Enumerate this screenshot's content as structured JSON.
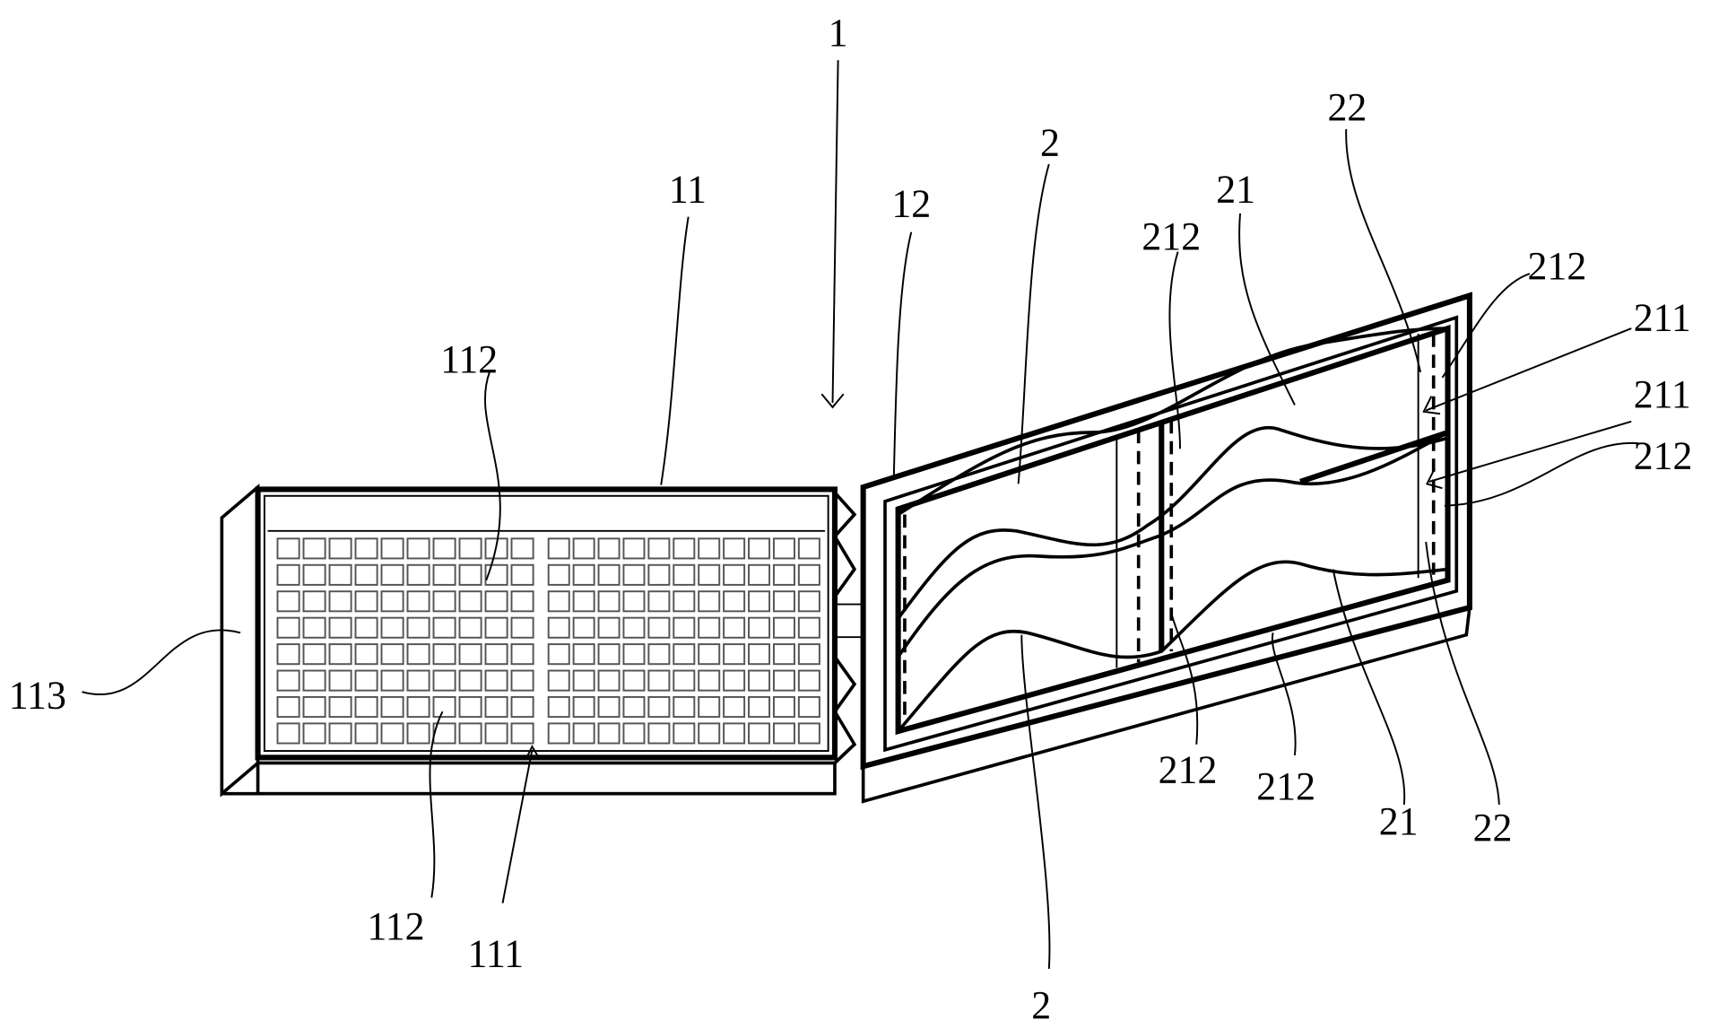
{
  "figure": {
    "labels": {
      "assembly": "1",
      "left_panel": "11",
      "right_panel": "12",
      "grid_area": "111",
      "cell_top": "112",
      "cell_bottom": "112",
      "side_wall": "113",
      "bag_top": "2",
      "bag_bottom": "2",
      "pocket_top": "21",
      "pocket_bottom": "21",
      "rail_top": "22",
      "rail_bottom": "22",
      "seam_upper_left": "212",
      "seam_upper_right": "212",
      "seam_lower_right": "212",
      "seam_bottom_a": "212",
      "seam_bottom_b": "212",
      "hook_upper": "211",
      "hook_lower": "211"
    },
    "grid": {
      "rows": 8,
      "left_cols": 10,
      "right_cols": 11
    },
    "colors": {
      "ink": "#000000",
      "cell": "#555555",
      "background": "#ffffff"
    }
  }
}
